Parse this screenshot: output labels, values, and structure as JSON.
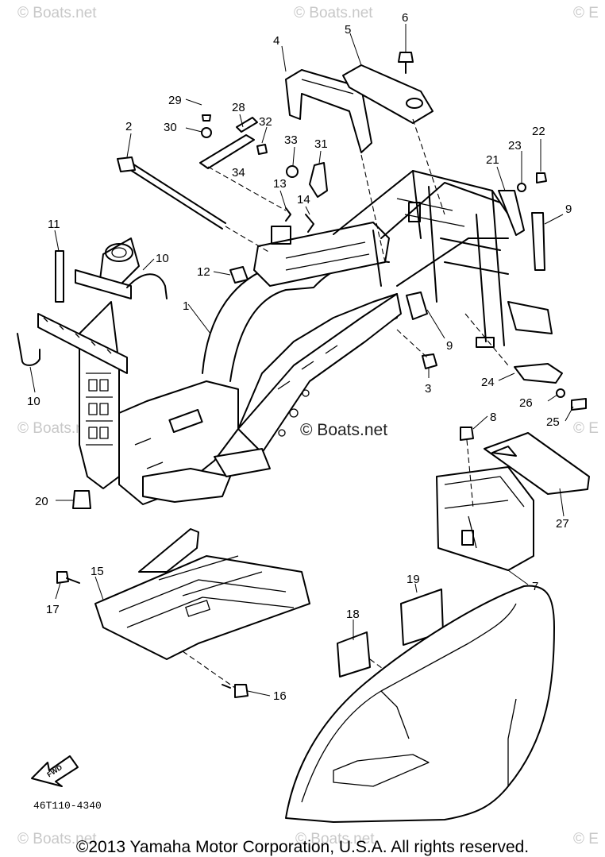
{
  "watermarks": {
    "site": "© Boats.net",
    "corner": "© E"
  },
  "drawing_code": "46T110-4340",
  "fwd_label": "FWD",
  "copyright": "©2013 Yamaha Motor Corporation, U.S.A. All rights reserved.",
  "callouts": [
    "1",
    "2",
    "3",
    "4",
    "5",
    "6",
    "7",
    "8",
    "9",
    "9",
    "10",
    "10",
    "11",
    "12",
    "13",
    "14",
    "15",
    "16",
    "17",
    "18",
    "19",
    "20",
    "21",
    "22",
    "23",
    "24",
    "25",
    "26",
    "27",
    "28",
    "29",
    "30",
    "31",
    "32",
    "33",
    "34"
  ]
}
